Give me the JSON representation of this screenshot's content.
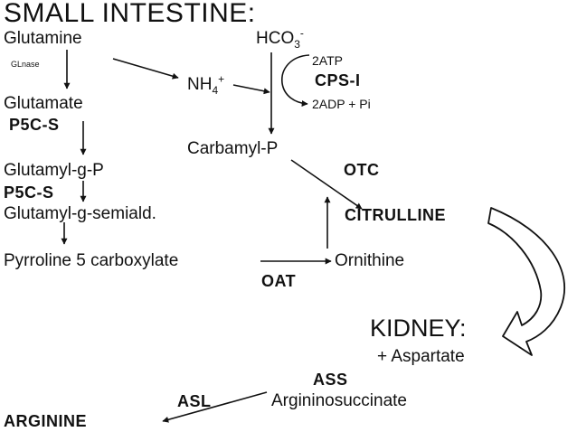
{
  "title": "SMALL INTESTINE:",
  "metabolites": {
    "glutamine": "Glutamine",
    "bicarbonate": "HCO",
    "bicarbonate_sub": "3",
    "bicarbonate_sup": "-",
    "ammonium": "NH",
    "ammonium_sub": "4",
    "ammonium_sup": "+",
    "glutamate": "Glutamate",
    "carbamyl_p": "Carbamyl-P",
    "glutamyl_g_p": "Glutamyl-g-P",
    "glutamyl_semiald": "Glutamyl-g-semiald.",
    "pyrroline": "Pyrroline 5 carboxylate",
    "ornithine": "Ornithine",
    "citrulline": "CITRULLINE",
    "aspartate": "+ Aspartate",
    "argininosuccinate": "Argininosuccinate",
    "arginine": "ARGININE"
  },
  "enzymes": {
    "glnase": "GLnase",
    "cps1": "CPS-I",
    "p5cs_1": "P5C-S",
    "p5cs_2": "P5C-S",
    "otc": "OTC",
    "oat": "OAT",
    "ass": "ASS",
    "asl": "ASL"
  },
  "cofactors": {
    "atp": "2ATP",
    "adp": "2ADP + Pi"
  },
  "organ": "KIDNEY:"
}
